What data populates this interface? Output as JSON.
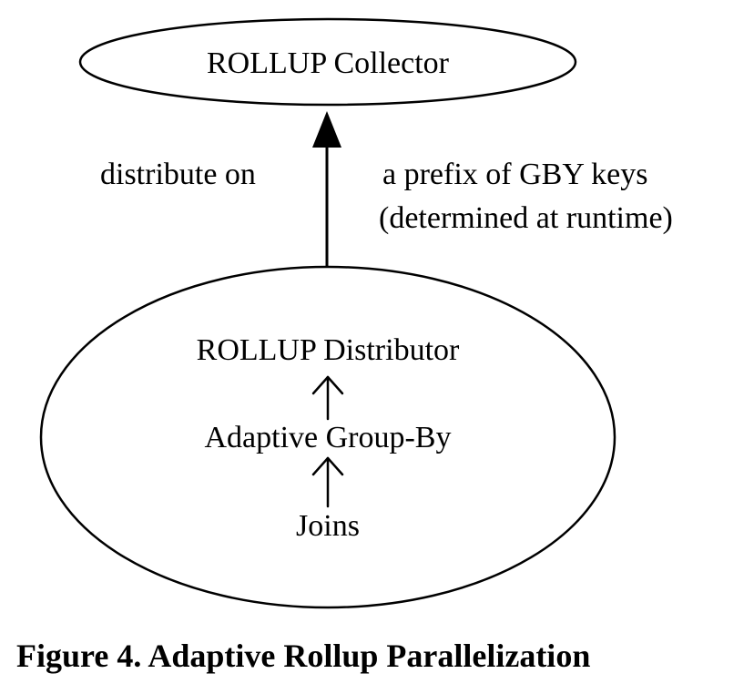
{
  "collector": {
    "label": "ROLLUP Collector"
  },
  "edge": {
    "left_label": "distribute on",
    "right_label_line1": "a prefix of GBY keys",
    "right_label_line2": "(determined at runtime)"
  },
  "pipeline": {
    "distributor": "ROLLUP Distributor",
    "group_by": "Adaptive Group-By",
    "joins": "Joins"
  },
  "caption": "Figure 4. Adaptive Rollup Parallelization"
}
